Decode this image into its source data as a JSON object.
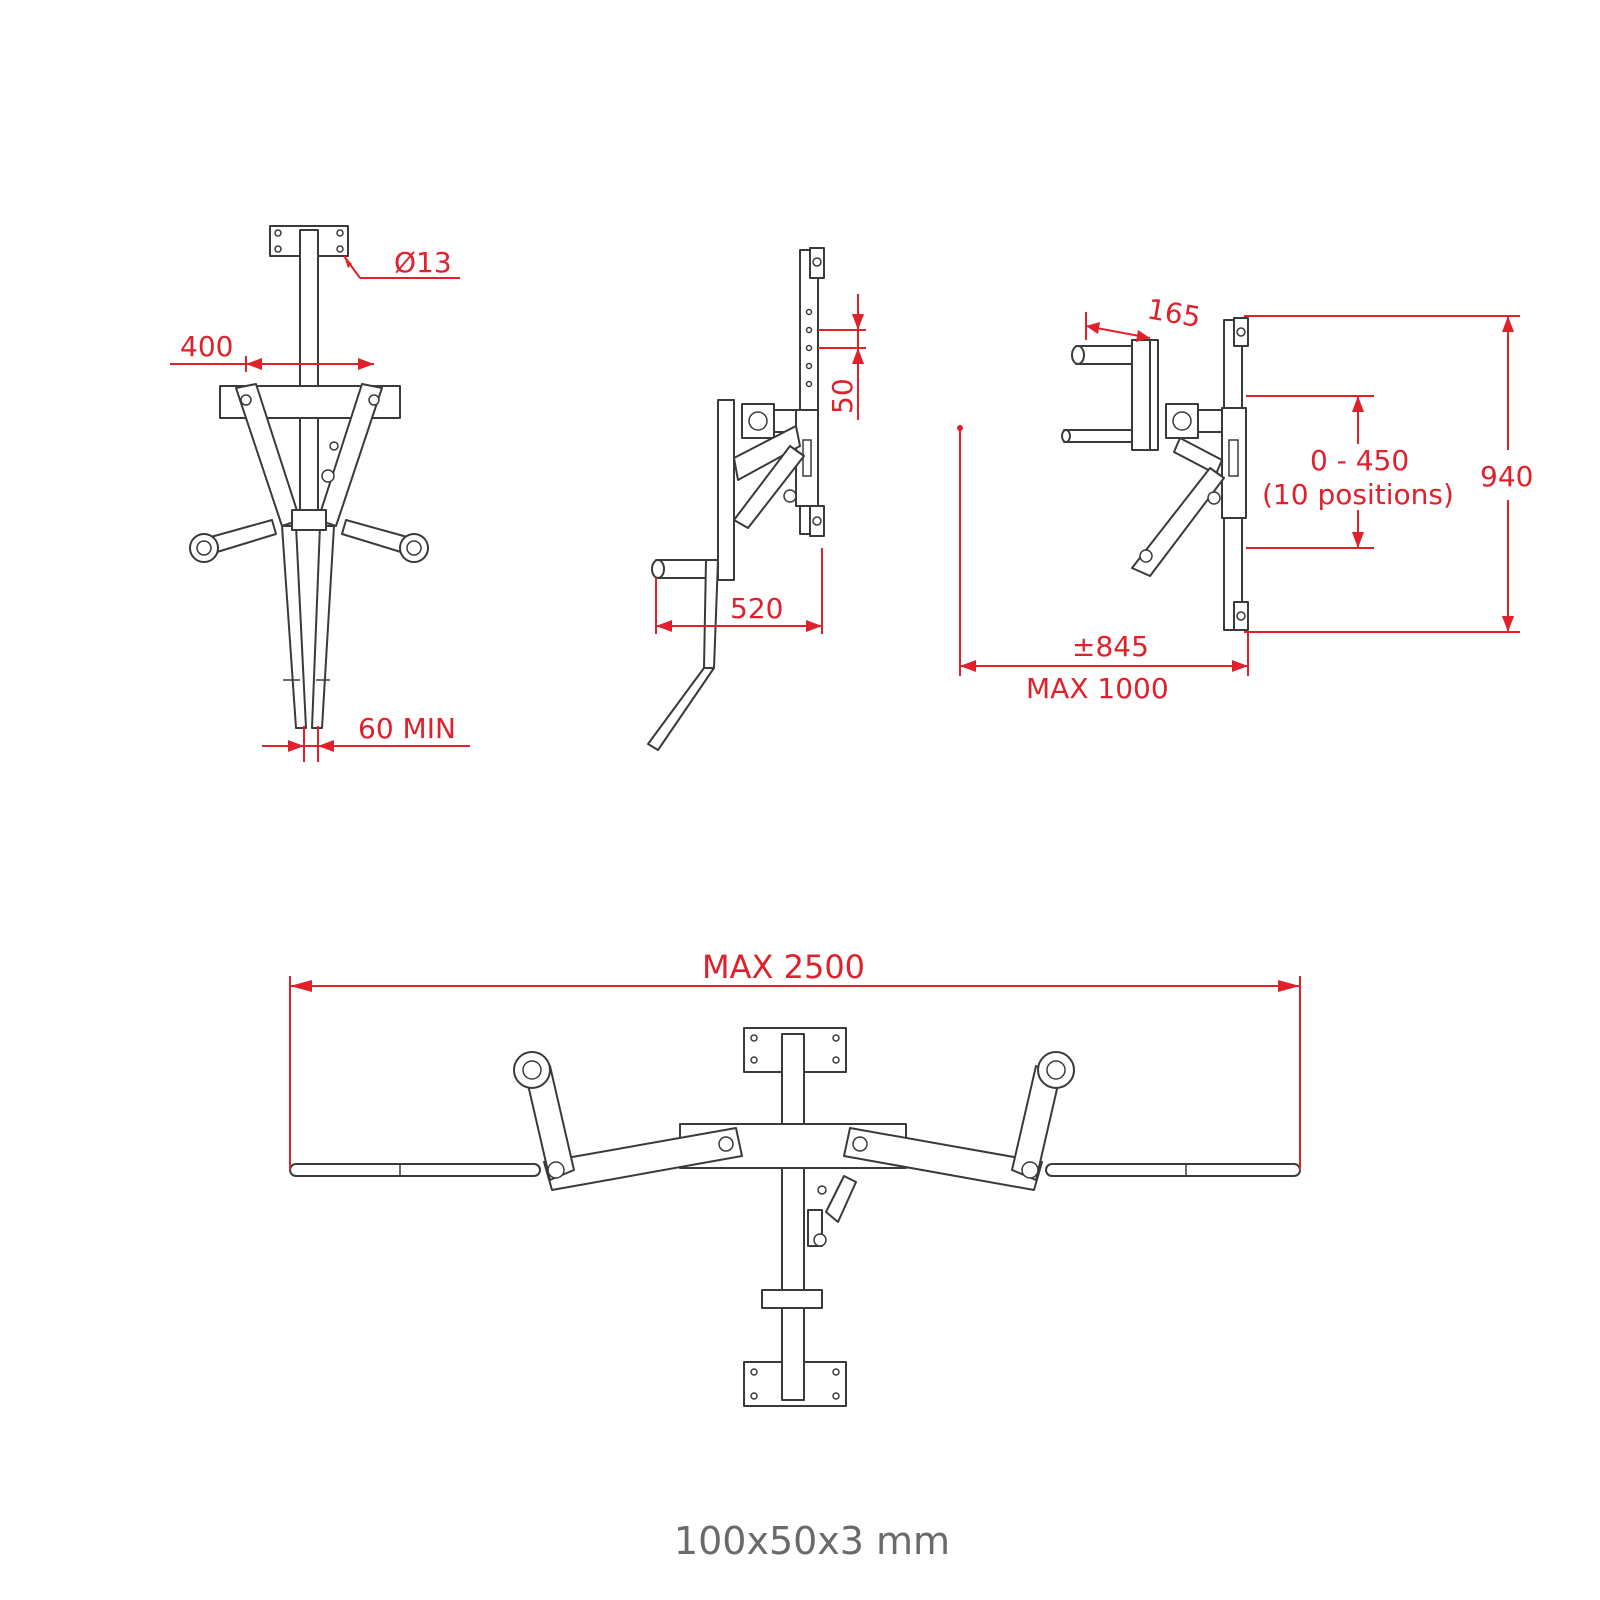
{
  "dimensions": {
    "hole_diameter": "Ø13",
    "width_400": "400",
    "min_gap": "60 MIN",
    "hole_spacing": "50",
    "depth_520": "520",
    "depth_165": "165",
    "adjust_range": "0 - 450",
    "positions": "(10 positions)",
    "height_940": "940",
    "reach_845": "±845",
    "reach_max": "MAX 1000",
    "total_max": "MAX 2500"
  },
  "footer": {
    "tube_size": "100x50x3 mm"
  },
  "colors": {
    "dimension": "#e0202a",
    "line": "#3a3a3a",
    "footer_text": "#6a6a6a"
  }
}
